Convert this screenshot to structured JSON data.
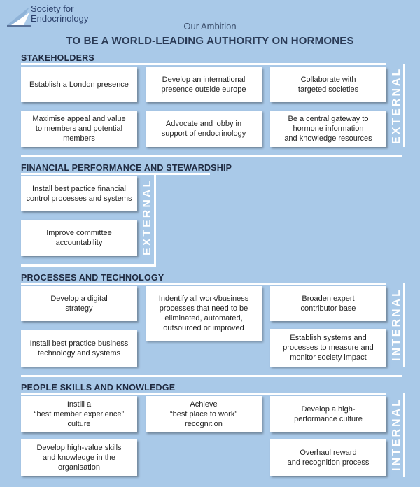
{
  "header": {
    "org_line1": "Society for",
    "org_line2": "Endocrinology",
    "ambition": "Our Ambition",
    "headline": "TO BE A WORLD-LEADING AUTHORITY ON HORMONES"
  },
  "sections": {
    "stakeholders": {
      "title": "STAKEHOLDERS",
      "side_label": "EXTERNAL",
      "items": [
        "Establish a London presence",
        "Develop an international\npresence outside europe",
        "Collaborate with\ntargeted societies",
        "Maximise appeal and value\nto members and potential\nmembers",
        "Advocate and lobby in\nsupport of endocrinology",
        "Be a central gateway to\nhormone information\nand knowledge resources"
      ]
    },
    "financial": {
      "title": "FINANCIAL PERFORMANCE AND STEWARDSHIP",
      "side_label": "EXTERNAL",
      "items": [
        "Install best pactice financial\ncontrol processes and systems",
        "Improve committee\naccountability"
      ]
    },
    "processes": {
      "title": "PROCESSES AND TECHNOLOGY",
      "side_label": "INTERNAL",
      "items": [
        "Develop a digital\nstrategy",
        "Indentify all work/business\nprocesses that need to be\neliminated, automated,\noutsourced or improved",
        "Broaden expert\ncontributor base",
        "Install best practice business\ntechnology and systems",
        "Establish systems and\nprocesses to measure and\nmonitor society impact"
      ]
    },
    "people": {
      "title": "PEOPLE SKILLS AND KNOWLEDGE",
      "side_label": "INTERNAL",
      "items": [
        "Instill a\n“best member experience”\nculture",
        "Achieve\n“best place to work”\nrecognition",
        "Develop a high-\nperformance culture",
        "Develop high-value skills\nand knowledge in the\norganisation",
        "Overhaul reward\nand recognition process"
      ]
    }
  },
  "colors": {
    "background": "#a9c9e8",
    "box": "#ffffff",
    "title_text": "#1f2a40"
  }
}
